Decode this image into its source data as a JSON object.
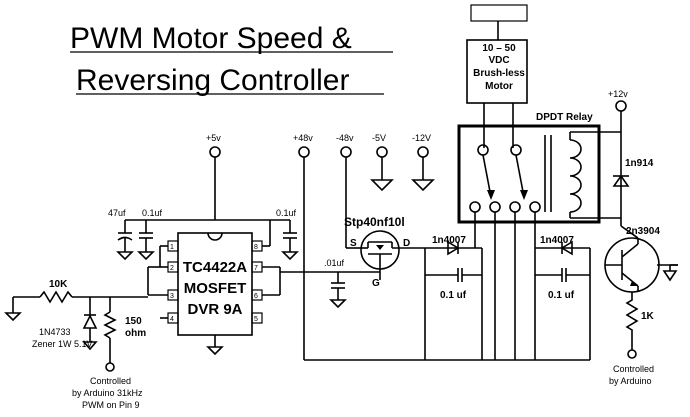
{
  "title": {
    "line1": "PWM Motor Speed &",
    "line2": "Reversing Controller"
  },
  "motor": {
    "line1": "10 – 50",
    "line2": "VDC",
    "line3": "Brush-less",
    "line4": "Motor"
  },
  "relay": {
    "label": "DPDT Relay"
  },
  "rails": {
    "p5v": "+5v",
    "p48v": "+48v",
    "m48v": "-48v",
    "m5v": "-5V",
    "m12v": "-12V",
    "p12v": "+12v"
  },
  "ic": {
    "line1": "TC4422A",
    "line2": "MOSFET",
    "line3": "DVR 9A",
    "pins": [
      "1",
      "2",
      "3",
      "4",
      "8",
      "7",
      "6",
      "5"
    ]
  },
  "caps": {
    "c47": "47uf",
    "c01a": "0.1uf",
    "c01b": "0.1uf",
    "c01g": ".01uf",
    "c01d1": "0.1 uf",
    "c01d2": "0.1 uf"
  },
  "mosfet": {
    "part": "Stp40nf10l",
    "s": "S",
    "d": "D",
    "g": "G"
  },
  "diodes": {
    "d1": "1n4007",
    "d2": "1n4007",
    "d3": "1n914"
  },
  "transistor": {
    "part": "2n3904"
  },
  "resistors": {
    "r10k": "10K",
    "r150_1": "150",
    "r150_2": "ohm",
    "r1k": "1K"
  },
  "zener": {
    "line1": "1N4733",
    "line2": "Zener 1W 5.1V"
  },
  "notes": {
    "arduino_pwm_1": "Controlled",
    "arduino_pwm_2": "by Arduino 31kHz",
    "arduino_pwm_3": "PWM on Pin 9",
    "arduino_relay_1": "Controlled",
    "arduino_relay_2": "by Arduino"
  }
}
